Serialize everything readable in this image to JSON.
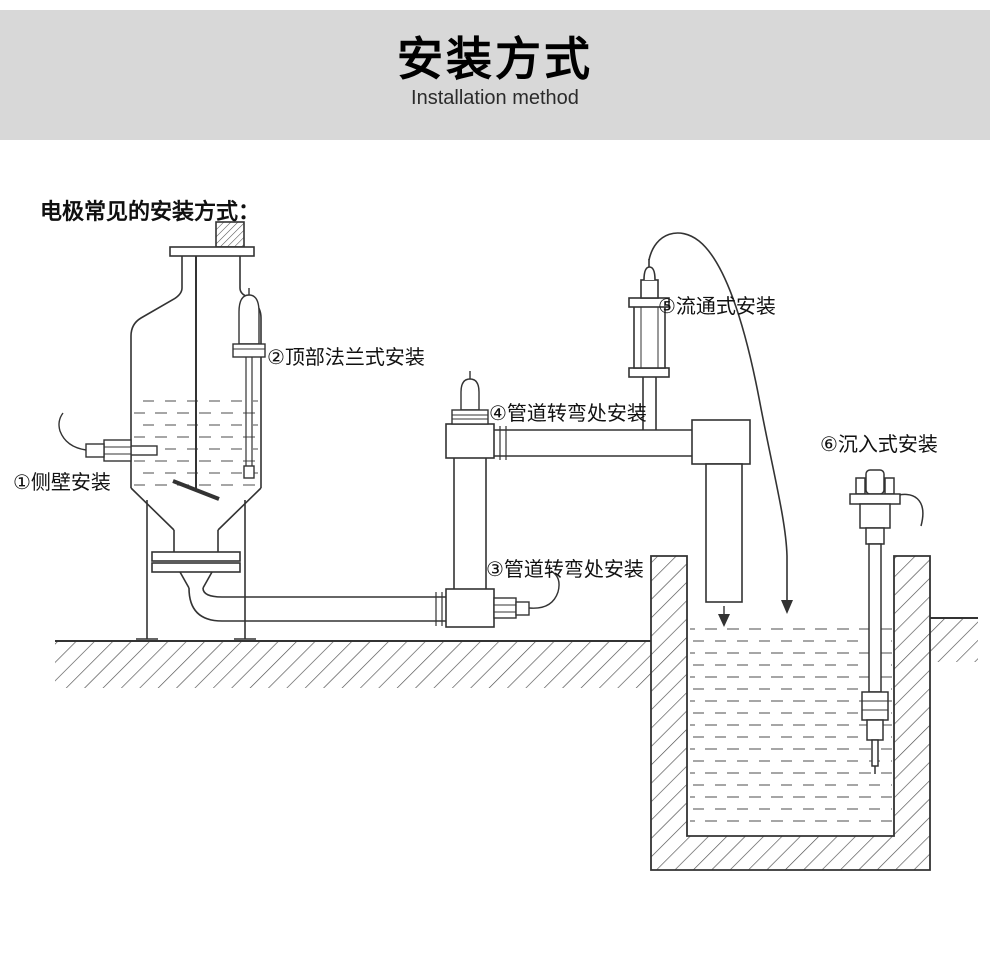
{
  "header": {
    "title": "安装方式",
    "subtitle": "Installation method",
    "band_color": "#d8d8d8"
  },
  "intro": {
    "text": "电极常见的安装方式："
  },
  "diagram": {
    "stroke_color": "#333333",
    "labels": [
      {
        "text": "①侧壁安装"
      },
      {
        "text": "②顶部法兰式安装"
      },
      {
        "text": "③管道转弯处安装"
      },
      {
        "text": "④管道转弯处安装"
      },
      {
        "text": "⑤流通式安装"
      },
      {
        "text": "⑥沉入式安装"
      }
    ]
  }
}
